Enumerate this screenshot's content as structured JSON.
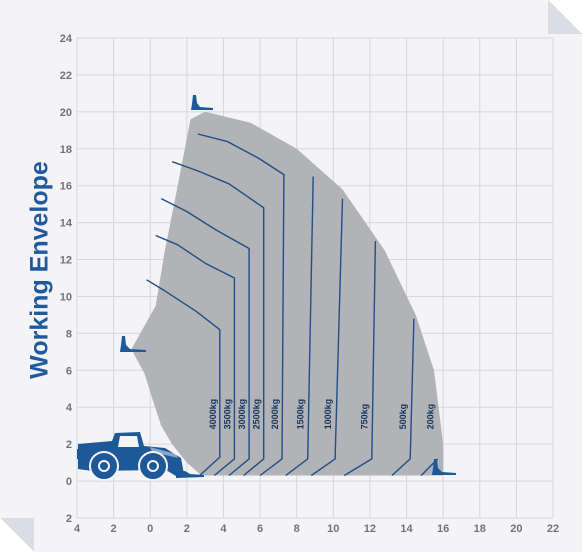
{
  "colors": {
    "background": "#f4f4f6",
    "grid": "#d6d7da",
    "envelope": "#b2b3b6",
    "curve": "#1e4f86",
    "title": "#1f5a9e",
    "tick": "#6f7378",
    "vehicle": "#1d5898"
  },
  "chart_data": {
    "type": "area",
    "title": "Working Envelope",
    "xlabel": "",
    "ylabel": "",
    "xlim": [
      -4,
      22
    ],
    "ylim": [
      -2,
      24
    ],
    "grid": true,
    "x_ticks": [
      4,
      2,
      0,
      2,
      4,
      6,
      8,
      10,
      12,
      14,
      16,
      18,
      20,
      22
    ],
    "y_ticks": [
      2,
      0,
      2,
      4,
      6,
      8,
      10,
      12,
      14,
      16,
      18,
      20,
      22,
      24
    ],
    "envelope": [
      [
        2.8,
        0.3
      ],
      [
        2.0,
        1.0
      ],
      [
        1.2,
        2.0
      ],
      [
        0.6,
        3.0
      ],
      [
        0.1,
        4.5
      ],
      [
        -0.3,
        5.8
      ],
      [
        -0.9,
        6.9
      ],
      [
        -1.0,
        7.2
      ],
      [
        0.3,
        9.5
      ],
      [
        0.8,
        12.5
      ],
      [
        1.4,
        15.5
      ],
      [
        2.2,
        19.6
      ],
      [
        3.0,
        20.0
      ],
      [
        5.5,
        19.4
      ],
      [
        8.0,
        18.0
      ],
      [
        10.5,
        15.8
      ],
      [
        12.8,
        12.5
      ],
      [
        14.5,
        9.0
      ],
      [
        15.5,
        6.0
      ],
      [
        16.0,
        2.0
      ],
      [
        16.0,
        0.3
      ]
    ],
    "series": [
      {
        "name": "4000kg",
        "points": [
          [
            -0.2,
            10.9
          ],
          [
            0.8,
            10.3
          ],
          [
            2.5,
            9.2
          ],
          [
            3.8,
            8.2
          ],
          [
            3.8,
            1.3
          ],
          [
            2.7,
            0.3
          ]
        ]
      },
      {
        "name": "3500kg",
        "points": [
          [
            0.3,
            13.3
          ],
          [
            1.5,
            12.8
          ],
          [
            3.0,
            11.8
          ],
          [
            4.6,
            11.0
          ],
          [
            4.6,
            1.2
          ],
          [
            3.5,
            0.3
          ]
        ]
      },
      {
        "name": "3000kg",
        "points": [
          [
            0.6,
            15.3
          ],
          [
            2.0,
            14.6
          ],
          [
            3.6,
            13.6
          ],
          [
            5.4,
            12.6
          ],
          [
            5.4,
            1.2
          ],
          [
            4.3,
            0.3
          ]
        ]
      },
      {
        "name": "2500kg",
        "points": [
          [
            1.2,
            17.3
          ],
          [
            2.6,
            16.8
          ],
          [
            4.3,
            16.1
          ],
          [
            6.2,
            14.8
          ],
          [
            6.2,
            1.2
          ],
          [
            5.1,
            0.3
          ]
        ]
      },
      {
        "name": "2000kg",
        "points": [
          [
            2.6,
            18.8
          ],
          [
            4.2,
            18.4
          ],
          [
            5.9,
            17.5
          ],
          [
            7.3,
            16.6
          ],
          [
            7.2,
            1.2
          ],
          [
            6.0,
            0.3
          ]
        ]
      },
      {
        "name": "1500kg",
        "points": [
          [
            8.9,
            16.5
          ],
          [
            8.6,
            1.2
          ],
          [
            7.4,
            0.3
          ]
        ]
      },
      {
        "name": "1000kg",
        "points": [
          [
            10.5,
            15.3
          ],
          [
            10.1,
            1.2
          ],
          [
            8.8,
            0.3
          ]
        ]
      },
      {
        "name": "750kg",
        "points": [
          [
            12.3,
            13.0
          ],
          [
            12.1,
            1.2
          ],
          [
            10.6,
            0.3
          ]
        ]
      },
      {
        "name": "500kg",
        "points": [
          [
            14.4,
            8.8
          ],
          [
            14.2,
            1.2
          ],
          [
            13.2,
            0.3
          ]
        ]
      },
      {
        "name": "200kg",
        "points": [
          [
            15.7,
            1.2
          ],
          [
            14.8,
            0.3
          ]
        ]
      }
    ]
  }
}
